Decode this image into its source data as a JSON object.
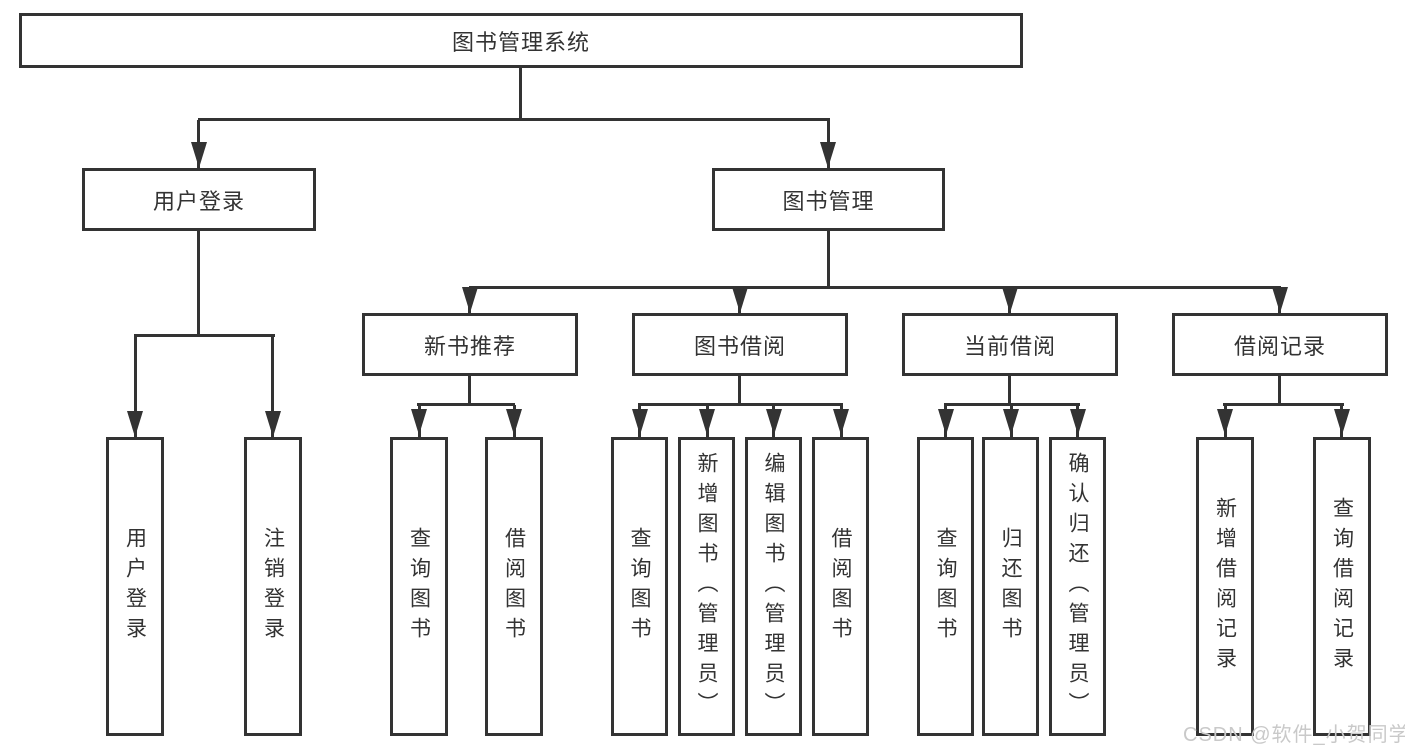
{
  "diagram": {
    "root": {
      "label": "图书管理系统"
    },
    "branches": [
      {
        "label": "用户登录",
        "children": [
          {
            "label": "用户登录"
          },
          {
            "label": "注销登录"
          }
        ]
      },
      {
        "label": "图书管理",
        "children": [
          {
            "label": "新书推荐",
            "children": [
              {
                "label": "查询图书"
              },
              {
                "label": "借阅图书"
              }
            ]
          },
          {
            "label": "图书借阅",
            "children": [
              {
                "label": "查询图书"
              },
              {
                "label": "新增图书（管理员）"
              },
              {
                "label": "编辑图书（管理员）"
              },
              {
                "label": "借阅图书"
              }
            ]
          },
          {
            "label": "当前借阅",
            "children": [
              {
                "label": "查询图书"
              },
              {
                "label": "归还图书"
              },
              {
                "label": "确认归还（管理员）"
              }
            ]
          },
          {
            "label": "借阅记录",
            "children": [
              {
                "label": "新增借阅记录"
              },
              {
                "label": "查询借阅记录"
              }
            ]
          }
        ]
      }
    ]
  },
  "watermark": {
    "text": "CSDN @软件_小贺同学"
  },
  "colors": {
    "line": "#333333",
    "text": "#333333",
    "background": "#ffffff",
    "watermark": "#c9c9c9"
  }
}
